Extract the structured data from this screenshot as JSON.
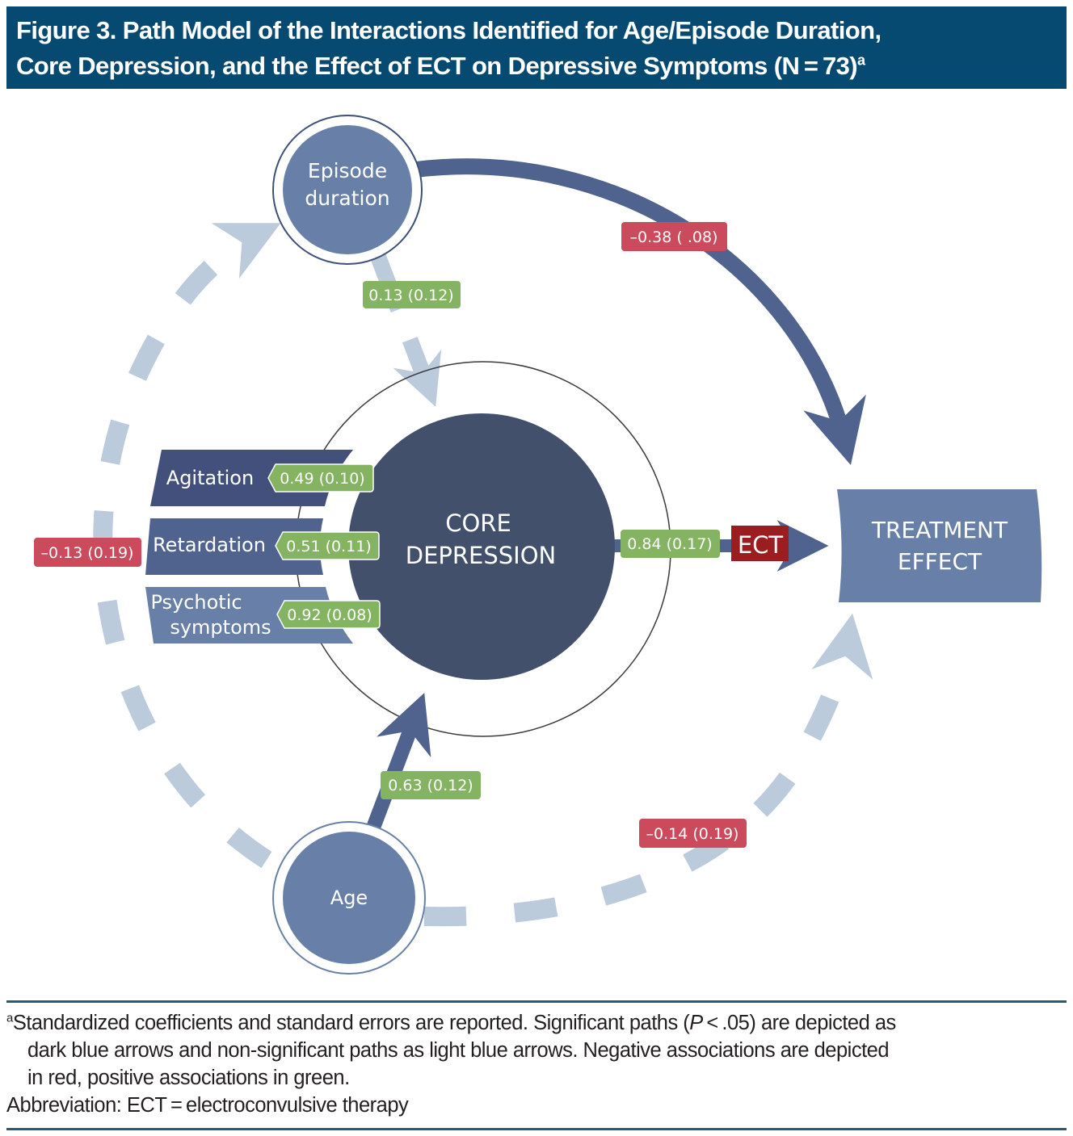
{
  "figure": {
    "title_line1": "Figure 3. Path Model of the Interactions Identified for Age/Episode Duration,",
    "title_line2": "Core Depression, and the Effect of ECT on Depressive Symptoms (N = 73)",
    "title_superscript": "a"
  },
  "colors": {
    "title_bg": "#064a72",
    "significant_arrow": "#50638f",
    "nonsignificant_arrow": "#bccbdc",
    "node_fill": "#6880a8",
    "core_fill": "#42506c",
    "positive_label": "#84b461",
    "negative_label": "#cb4a5c",
    "ect_box": "#9b1d20"
  },
  "nodes": {
    "episode_duration": {
      "line1": "Episode",
      "line2": "duration"
    },
    "age": {
      "label": "Age"
    },
    "core": {
      "line1": "CORE",
      "line2": "DEPRESSION"
    },
    "treatment": {
      "line1": "TREATMENT",
      "line2": "EFFECT"
    },
    "ect": {
      "label": "ECT"
    },
    "symptoms": [
      {
        "label": "Agitation",
        "coef": "0.49 (0.10)"
      },
      {
        "label": "Retardation",
        "coef": "0.51 (0.11)"
      },
      {
        "label_line1": "Psychotic",
        "label_line2": "symptoms",
        "coef": "0.92 (0.08)"
      }
    ]
  },
  "paths": [
    {
      "from": "Episode duration",
      "to": "Treatment effect",
      "coef": "–0.38 ( .08)",
      "significant": true,
      "sign": "negative"
    },
    {
      "from": "Episode duration",
      "to": "Core depression",
      "coef": "0.13 (0.12)",
      "significant": false,
      "sign": "positive"
    },
    {
      "from": "Age",
      "to": "Episode duration",
      "coef": "–0.13 (0.19)",
      "significant": false,
      "sign": "negative"
    },
    {
      "from": "Age",
      "to": "Core depression",
      "coef": "0.63 (0.12)",
      "significant": true,
      "sign": "positive"
    },
    {
      "from": "Age",
      "to": "Treatment effect",
      "coef": "–0.14 (0.19)",
      "significant": false,
      "sign": "negative"
    },
    {
      "from": "Core depression",
      "to": "Treatment effect",
      "coef": "0.84 (0.17)",
      "significant": true,
      "sign": "positive"
    }
  ],
  "footnote": {
    "marker": "a",
    "line1": "Standardized coefficients and standard errors are reported. Significant paths (",
    "p_italic": "P",
    "line1_end": " < .05) are depicted as",
    "line2": "dark blue arrows and non-significant paths as light blue arrows. Negative associations are depicted",
    "line3": "in red, positive associations in green.",
    "abbreviation": "Abbreviation: ECT = electroconvulsive therapy"
  }
}
